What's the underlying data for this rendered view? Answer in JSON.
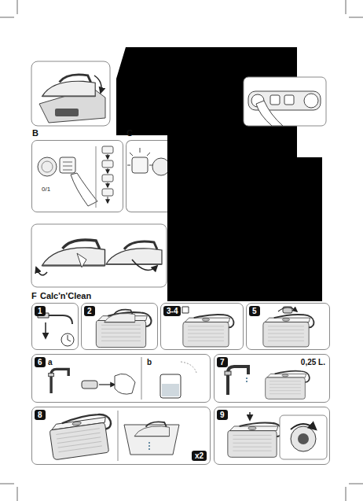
{
  "diagram": {
    "nodes": [
      {
        "text": [
          "B",
          "0/1"
        ]
      },
      {
        "text": [
          "C"
        ]
      },
      {
        "text": [
          "1"
        ]
      },
      {
        "text": [
          "2"
        ]
      },
      {
        "text": [
          "3-4"
        ]
      },
      {
        "text": [
          "5"
        ]
      },
      {
        "text": [
          "6",
          "a",
          "b"
        ]
      },
      {
        "text": [
          "7",
          "0,25 L."
        ]
      },
      {
        "text": [
          "8",
          "x2"
        ]
      },
      {
        "text": [
          "9"
        ]
      }
    ],
    "labels": [
      "F",
      "Calc'n'Clean"
    ]
  }
}
